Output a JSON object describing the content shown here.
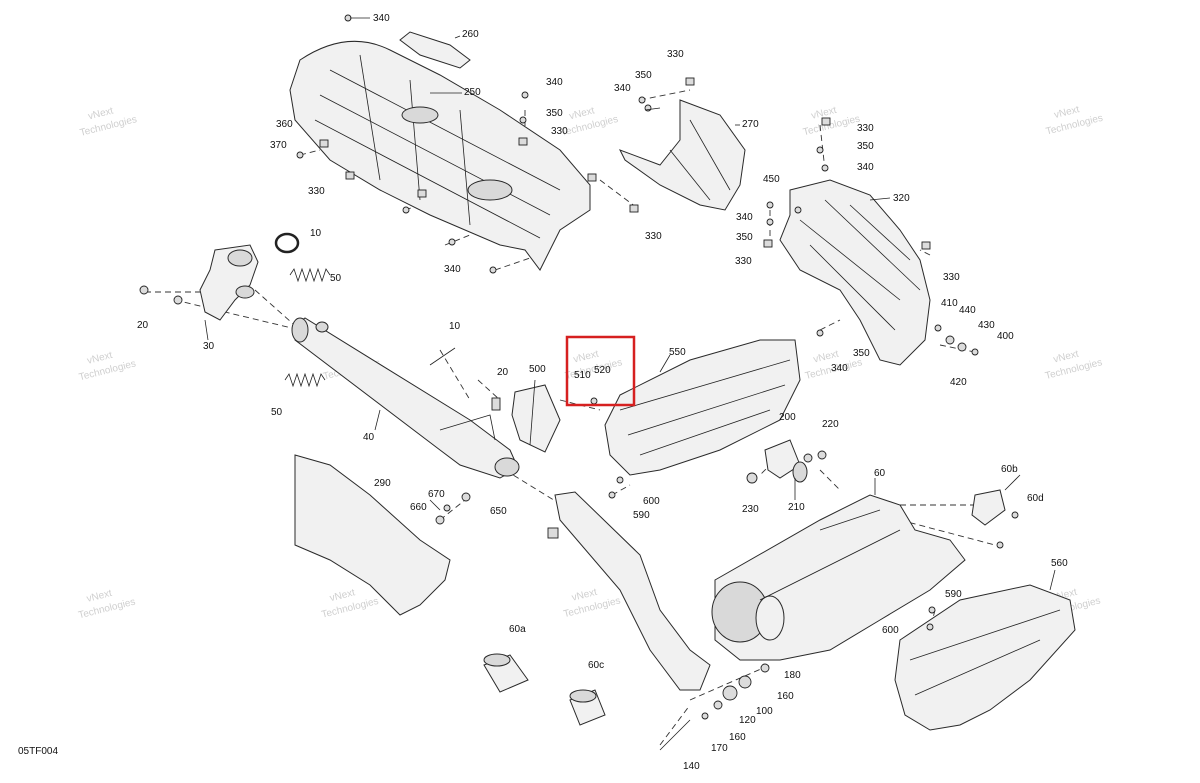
{
  "diagram_code": "05TF004",
  "watermark": [
    "vNext",
    "Technologies"
  ],
  "highlight_color": "#d62020",
  "labels": {
    "p10a": "10",
    "p10b": "10",
    "p20a": "20",
    "p20b": "20",
    "p30": "30",
    "p40": "40",
    "p50a": "50",
    "p50b": "50",
    "p60": "60",
    "p60a": "60a",
    "p60b": "60b",
    "p60c": "60c",
    "p60d": "60d",
    "p100": "100",
    "p120": "120",
    "p140": "140",
    "p160a": "160",
    "p160b": "160",
    "p170": "170",
    "p180": "180",
    "p200": "200",
    "p210": "210",
    "p220": "220",
    "p230": "230",
    "p250": "250",
    "p260": "260",
    "p270": "270",
    "p290": "290",
    "p320": "320",
    "p330a": "330",
    "p330b": "330",
    "p330c": "330",
    "p330d": "330",
    "p330e": "330",
    "p330f": "330",
    "p330g": "330",
    "p340a": "340",
    "p340b": "340",
    "p340c": "340",
    "p340d": "340",
    "p340e": "340",
    "p340f": "340",
    "p340g": "340",
    "p350a": "350",
    "p350b": "350",
    "p350c": "350",
    "p350d": "350",
    "p350e": "350",
    "p360": "360",
    "p370": "370",
    "p400": "400",
    "p410": "410",
    "p420": "420",
    "p430": "430",
    "p440": "440",
    "p450": "450",
    "p500": "500",
    "p510": "510",
    "p520": "520",
    "p550": "550",
    "p560": "560",
    "p590a": "590",
    "p590b": "590",
    "p600a": "600",
    "p600b": "600",
    "p650": "650",
    "p660": "660",
    "p670": "670"
  }
}
